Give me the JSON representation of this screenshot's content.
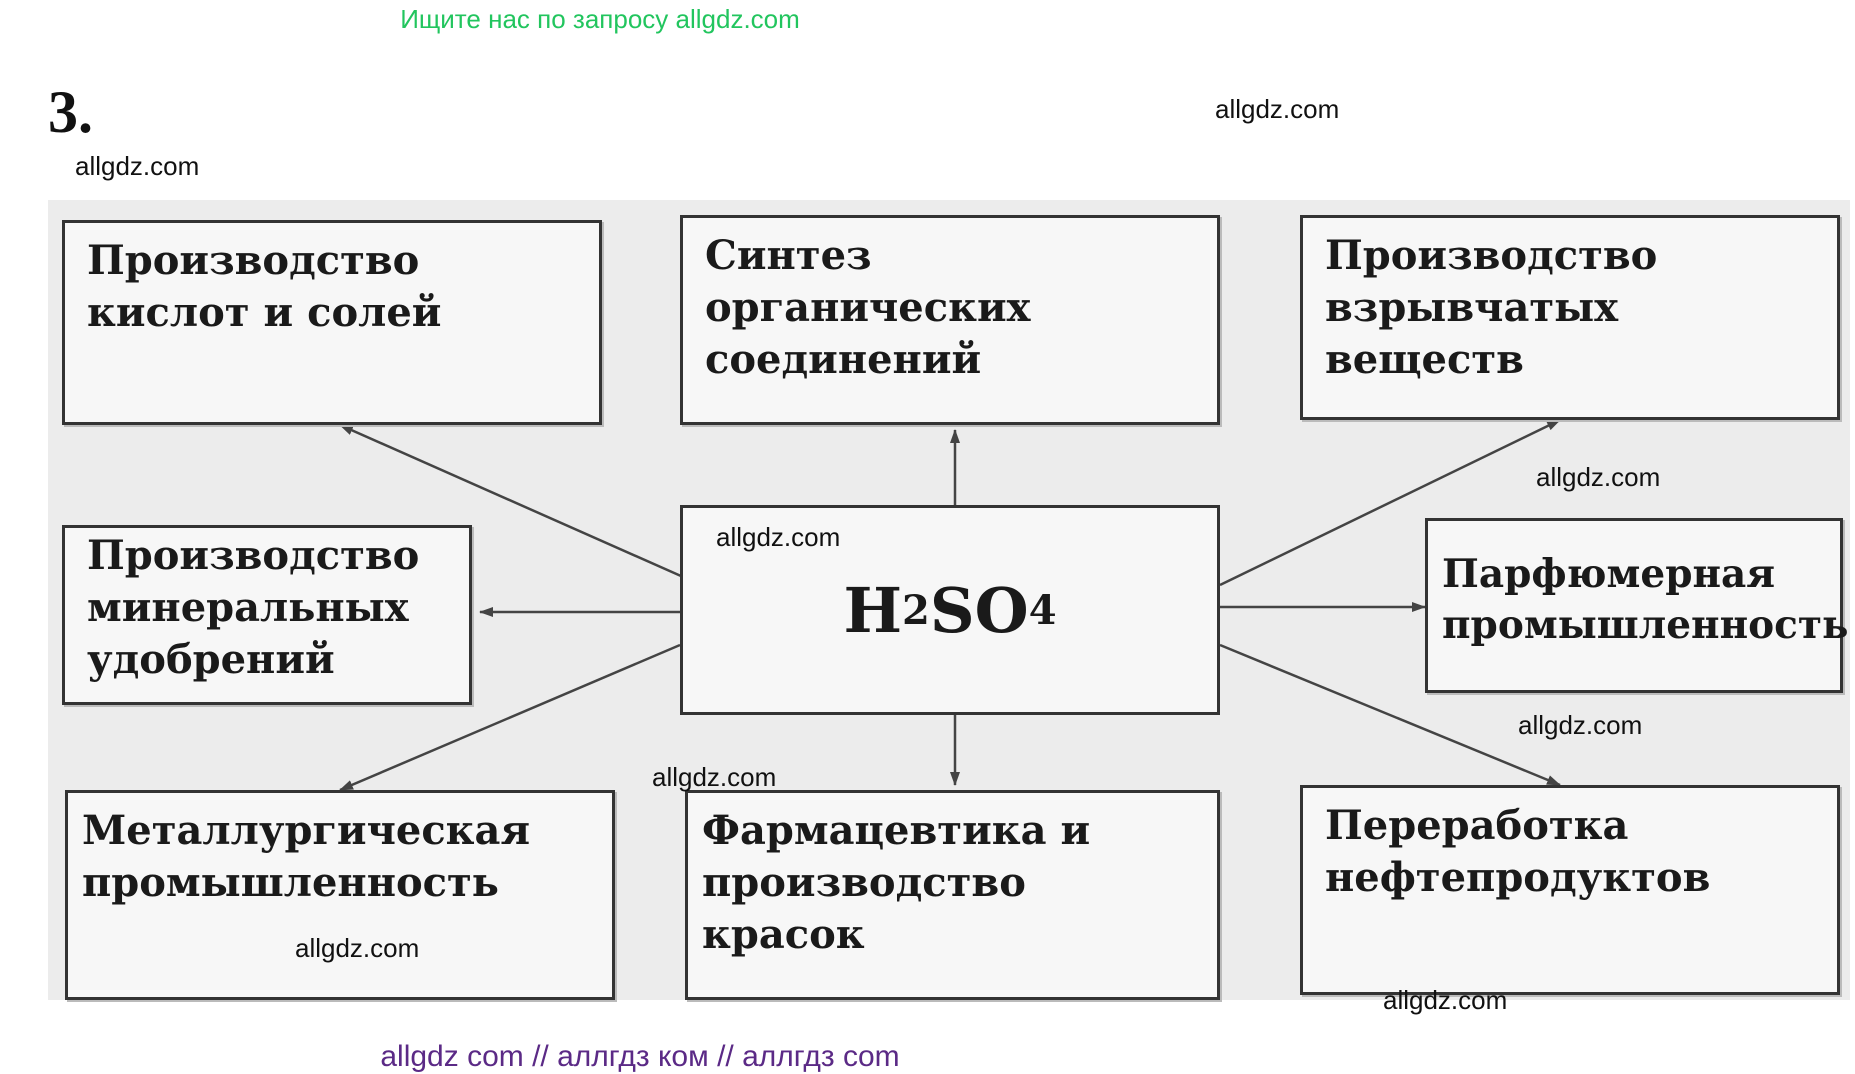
{
  "banner_top": "Ищите нас по запросу allgdz.com",
  "task_number": "3.",
  "center": {
    "formula_h": "H",
    "formula_sub1": "2",
    "formula_so": "SO",
    "formula_sub2": "4"
  },
  "boxes": {
    "acids_salts": "Производство\nкислот и солей",
    "organic_synthesis": "Синтез\nорганических\nсоединений",
    "explosives": "Производство\nвзрывчатых\nвеществ",
    "fertilizers": "Производство\nминеральных\nудобрений",
    "perfume": "Парфюмерная\nпромышленность",
    "metallurgy": "Металлургическая\nпромышленность",
    "pharma_paints": "Фармацевтика и\nпроизводство\nкрасок",
    "oil_refining": "Переработка\nнефтепродуктов"
  },
  "watermarks": [
    "allgdz.com",
    "allgdz.com",
    "allgdz.com",
    "allgdz.com",
    "allgdz.com",
    "allgdz.com",
    "allgdz.com",
    "allgdz.com"
  ],
  "banner_bottom": "allgdz com  //  аллгдз ком  //  аллгдз com"
}
